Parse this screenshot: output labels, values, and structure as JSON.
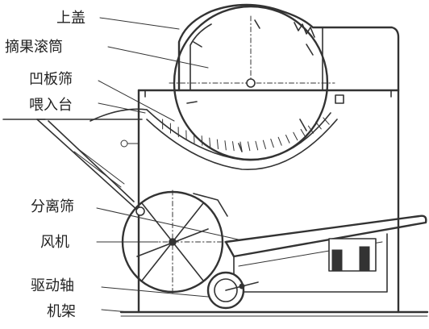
{
  "labels": {
    "top_cover": "上盖",
    "picking_drum": "摘果滚筒",
    "concave_screen": "凹板筛",
    "feeding_table": "喂入台",
    "separating_screen": "分离筛",
    "fan": "风机",
    "drive_shaft": "驱动轴",
    "frame": "机架"
  },
  "colors": {
    "ink": "#333333",
    "background": "#ffffff"
  }
}
